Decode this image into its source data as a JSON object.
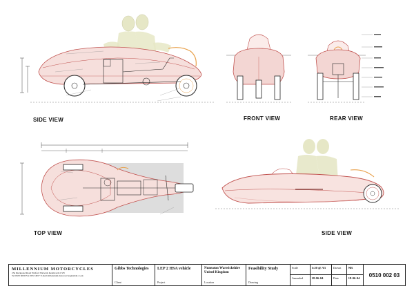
{
  "views": {
    "side_view_label": "SIDE VIEW",
    "front_view_label": "FRONT VIEW",
    "rear_view_label": "REAR VIEW",
    "top_view_label": "TOP VIEW",
    "side_view_2_label": "SIDE VIEW"
  },
  "title_block": {
    "company_name": "MILLENNIUM MOTORCYCLES",
    "company_address": "254 Duckpond Road Wolford Warwick Kenilworth CV8",
    "company_contact": "Tel 0633 6000 Fax 0633 4657 E-mail millennium.motorcycles@email.co.uk",
    "client_name": "Gibbs Technologies",
    "client_caption": "Client",
    "project_name": "LEP 2 HSA vehicle",
    "project_caption": "Project",
    "location_name": "Nuneaton Warwickshire United Kingdom",
    "location_caption": "Location",
    "drawing_name": "Feasibility Study",
    "drawing_caption": "Drawing",
    "scale_label": "Scale",
    "scale_value": "1:20 @ A3",
    "drawn_label": "Drawn",
    "drawn_value": "NR",
    "amended_label": "Amended",
    "amended_value": "18-06-04",
    "date_label": "Date",
    "date_value": "18-06-04",
    "drawing_number": "0510 002 03"
  },
  "colors": {
    "body_outline": "#c0504d",
    "body_fill": "#f3d6d3",
    "rider_fill": "#e2e3c0",
    "line": "#222222",
    "dimension": "#444444",
    "wheel_outline": "#e8a04a"
  }
}
